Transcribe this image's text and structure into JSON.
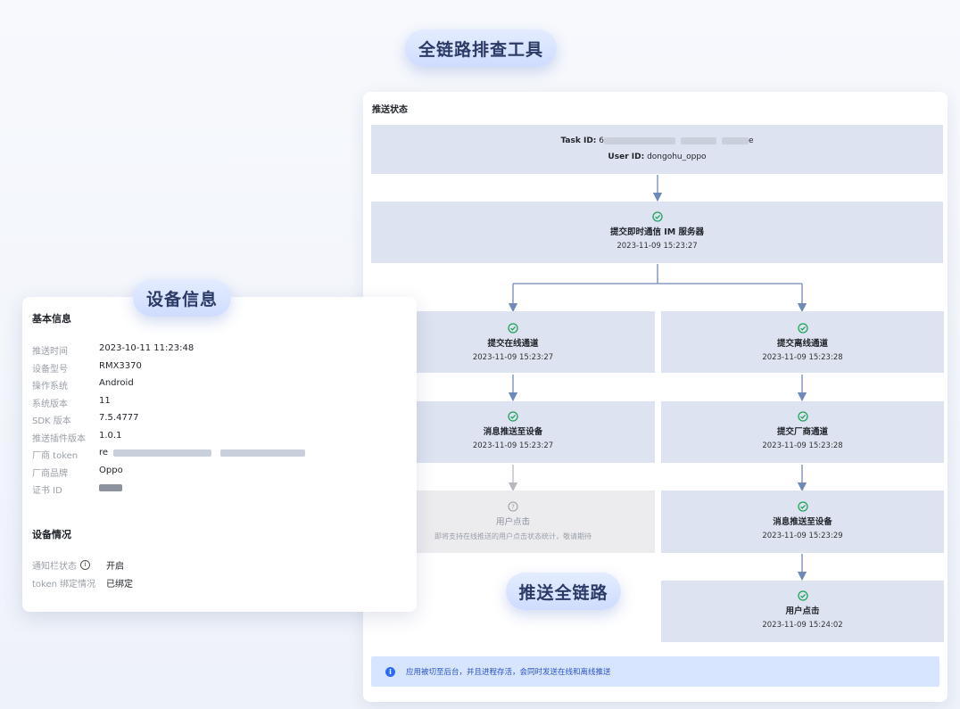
{
  "labels": {
    "chain_tool": "全链路排查工具",
    "device_info": "设备信息",
    "push_chain": "推送全链路"
  },
  "panel": {
    "title": "推送状态",
    "task_id_label": "Task ID:",
    "task_id_value": "6",
    "task_id_tail": "e",
    "user_id_label": "User ID:",
    "user_id_value": "dongohu_oppo",
    "im": {
      "title": "提交即时通信 IM 服务器",
      "time": "2023-11-09 15:23:27"
    },
    "online": {
      "submit": {
        "title": "提交在线通道",
        "time": "2023-11-09 15:23:27"
      },
      "delivered": {
        "title": "消息推送至设备",
        "time": "2023-11-09 15:23:27"
      },
      "click": {
        "title": "用户点击",
        "desc": "即将支持在线推送的用户点击状态统计，敬请期待"
      }
    },
    "offline": {
      "submit": {
        "title": "提交离线通道",
        "time": "2023-11-09 15:23:28"
      },
      "vendor": {
        "title": "提交厂商通道",
        "time": "2023-11-09 15:23:28"
      },
      "delivered": {
        "title": "消息推送至设备",
        "time": "2023-11-09 15:23:29"
      },
      "click": {
        "title": "用户点击",
        "time": "2023-11-09 15:24:02"
      }
    },
    "notice": "应用被切至后台，并且进程存活，会同时发送在线和离线推送"
  },
  "device": {
    "basic_title": "基本信息",
    "basic": [
      {
        "key": "推送时间",
        "value": "2023-10-11 11:23:48"
      },
      {
        "key": "设备型号",
        "value": "RMX3370"
      },
      {
        "key": "操作系统",
        "value": "Android"
      },
      {
        "key": "系统版本",
        "value": "11"
      },
      {
        "key": "SDK 版本",
        "value": "7.5.4777"
      },
      {
        "key": "推送插件版本",
        "value": "1.0.1"
      },
      {
        "key": "厂商 token",
        "value": "re"
      },
      {
        "key": "厂商品牌",
        "value": "Oppo"
      },
      {
        "key": "证书 ID",
        "value": ""
      }
    ],
    "status_title": "设备情况",
    "status": [
      {
        "key": "通知栏状态",
        "value": "开启"
      },
      {
        "key": "token 绑定情况",
        "value": "已绑定"
      }
    ]
  },
  "colors": {
    "success": "#1fa35a",
    "arrow": "#6f8ab8",
    "notice_bg": "#d7e5ff",
    "box_bg": "#dde3f0"
  }
}
